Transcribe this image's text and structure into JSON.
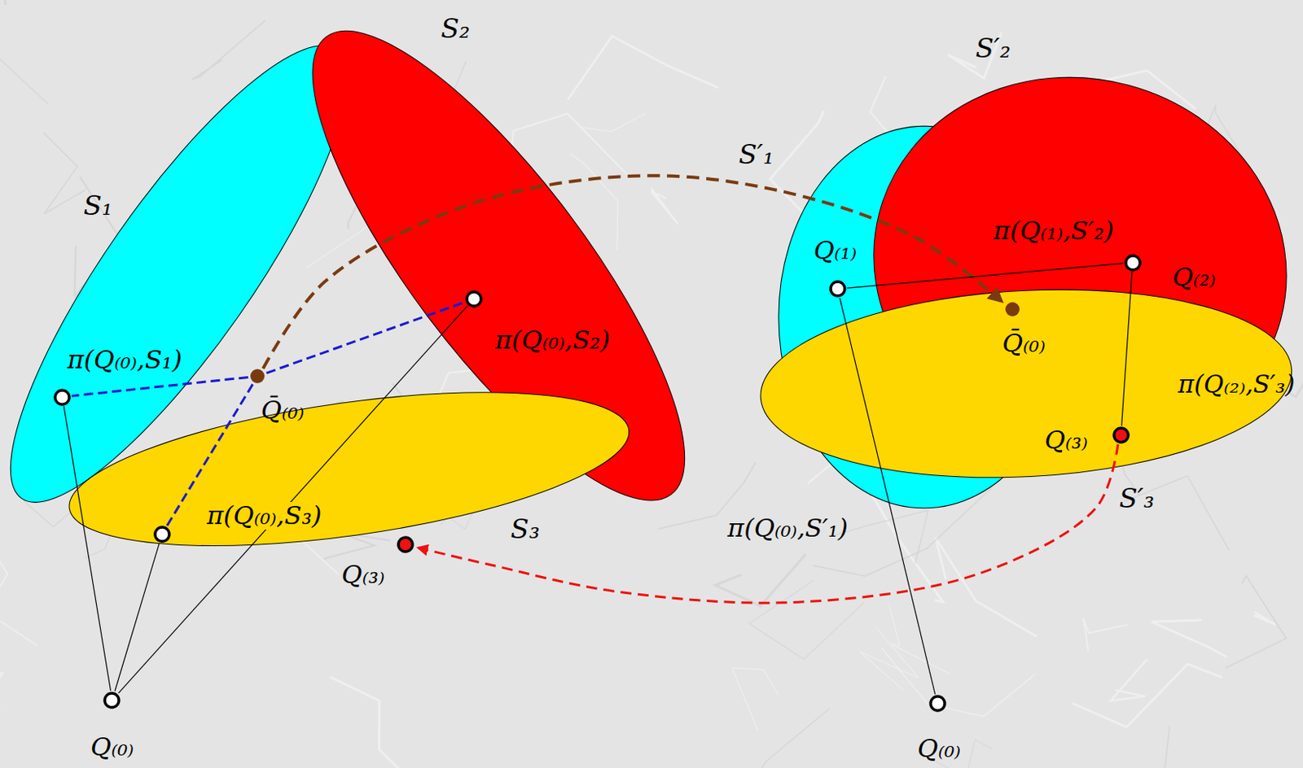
{
  "diagram": {
    "nodes": [
      {
        "text": [
          "π(Q₍₀₎,S₁)"
        ]
      },
      {
        "text": [
          "π(Q₍₀₎,S₂)"
        ]
      },
      {
        "text": [
          "Q̄₍₀₎"
        ]
      },
      {
        "text": [
          "π(Q₍₀₎,S₃)"
        ]
      },
      {
        "text": [
          "Q₍₃₎"
        ]
      },
      {
        "text": [
          "Q₍₀₎"
        ]
      },
      {
        "text": [
          "Q₍₁₎"
        ]
      },
      {
        "text": [
          "Q₍₂₎"
        ]
      },
      {
        "text": [
          "Q̄₍₀₎"
        ]
      },
      {
        "text": [
          "Q₍₃₎"
        ]
      },
      {
        "text": [
          "Q₍₀₎"
        ]
      }
    ],
    "edges": [
      {
        "from": 5,
        "to": 0,
        "arrow": "none"
      },
      {
        "from": 5,
        "to": 3,
        "arrow": "none"
      },
      {
        "from": 5,
        "to": 1,
        "arrow": "none"
      },
      {
        "from": 2,
        "to": 0,
        "arrow": "none"
      },
      {
        "from": 2,
        "to": 1,
        "arrow": "none"
      },
      {
        "from": 2,
        "to": 3,
        "arrow": "none"
      },
      {
        "from": 2,
        "to": 8,
        "arrow": "to"
      },
      {
        "from": 9,
        "to": 4,
        "arrow": "to"
      },
      {
        "from": 10,
        "to": 6,
        "arrow": "none"
      },
      {
        "from": 6,
        "to": 7,
        "arrow": "none"
      },
      {
        "from": 7,
        "to": 9,
        "arrow": "none"
      }
    ],
    "labels": [
      "S₁",
      "S₂",
      "S₃",
      "S′₁",
      "S′₂",
      "S′₃",
      "π(Q₍₁₎,S′₂)",
      "π(Q₍₂₎,S′₃)",
      "π(Q₍₀₎,S′₁)"
    ]
  }
}
